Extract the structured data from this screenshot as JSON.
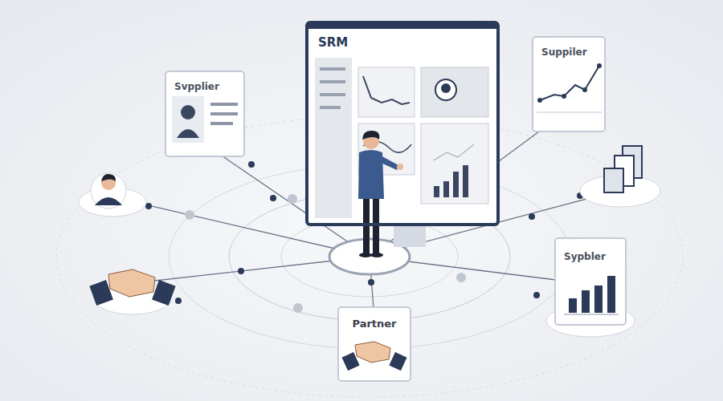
{
  "diagram": {
    "nodes": [
      {
        "text": [
          "SRM"
        ]
      },
      {
        "text": [
          "Svpplier"
        ]
      },
      {
        "text": [
          "Suppiler"
        ]
      },
      {
        "text": [
          "Sypbler"
        ]
      },
      {
        "text": [
          "Partner"
        ]
      }
    ]
  }
}
